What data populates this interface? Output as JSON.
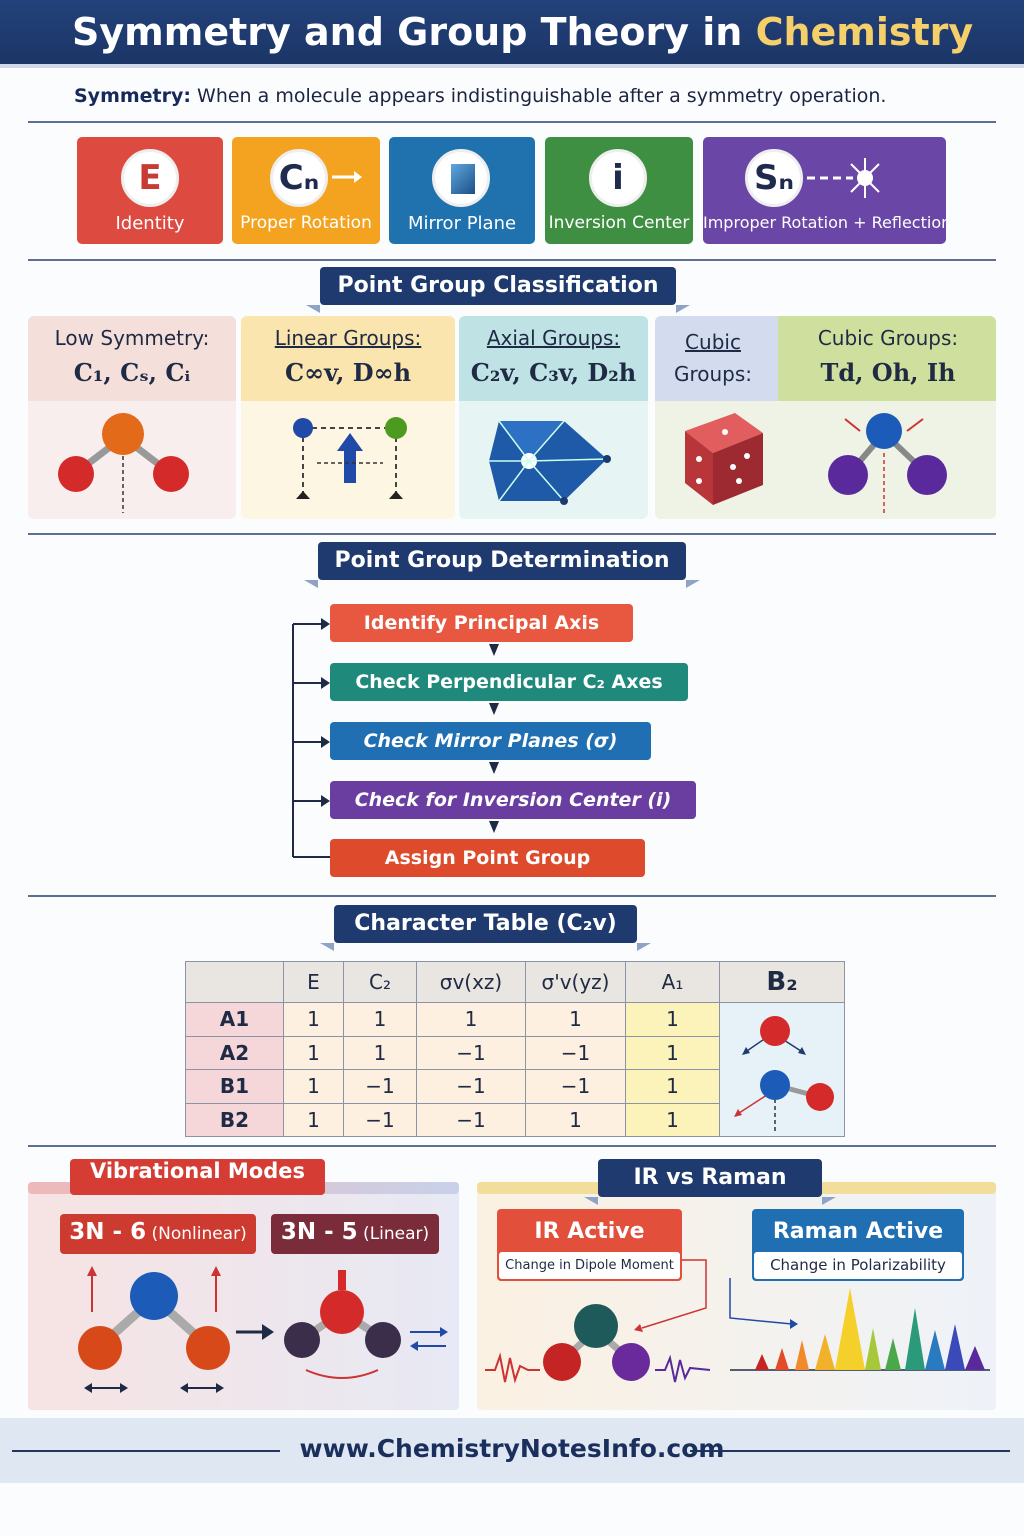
{
  "header": {
    "title_main": "Symmetry and Group Theory in ",
    "title_accent": "Chemistry"
  },
  "definition": {
    "term": "Symmetry:",
    "text": " When a molecule appears indistinguishable after a symmetry operation."
  },
  "operations": [
    {
      "symbol": "E",
      "label": "Identity",
      "color": "#dd4a3f"
    },
    {
      "symbol": "Cₙ",
      "label": "Proper Rotation",
      "color": "#f3a320"
    },
    {
      "symbol": "",
      "label": "Mirror Plane",
      "color": "#1f72ad"
    },
    {
      "symbol": "i",
      "label": "Inversion Center",
      "color": "#3f8f43"
    },
    {
      "symbol": "Sₙ",
      "label": "Improper Rotation + Reflection",
      "color": "#6a46a6"
    }
  ],
  "classification": {
    "banner": "Point Group Classification",
    "groups": [
      {
        "title": "Low Symmetry:",
        "symbols": "C₁, Cₛ, Cᵢ"
      },
      {
        "title": "Linear Groups:",
        "symbols": "C∞v, D∞h"
      },
      {
        "title": "Axial Groups:",
        "symbols": "C₂v, C₃v, D₂h"
      },
      {
        "title": "Cubic Groups:",
        "symbols": "Td, Oh, Ih"
      }
    ],
    "cubic_side_label_1": "Cubic",
    "cubic_side_label_2": "Groups:"
  },
  "determination": {
    "banner": "Point Group Determination",
    "steps": [
      {
        "label": "Identify Principal Axis",
        "color": "#e8573f"
      },
      {
        "label": "Check Perpendicular C₂ Axes",
        "color": "#1f8a7c"
      },
      {
        "label": "Check Mirror Planes (σ)",
        "color": "#1f6fb2"
      },
      {
        "label": "Check for Inversion Center (i)",
        "color": "#6a3ea1"
      },
      {
        "label": "Assign Point Group",
        "color": "#dd4a2c"
      }
    ]
  },
  "character_table": {
    "banner": "Character Table (C₂v)",
    "headers": [
      "",
      "E",
      "C₂",
      "σv(xz)",
      "σ'v(yz)",
      "A₁",
      "B₂"
    ],
    "rows": [
      {
        "label": "A1",
        "values": [
          "1",
          "1",
          "1",
          "1",
          "1"
        ]
      },
      {
        "label": "A2",
        "values": [
          "1",
          "1",
          "−1",
          "−1",
          "1"
        ]
      },
      {
        "label": "B1",
        "values": [
          "1",
          "−1",
          "−1",
          "−1",
          "1"
        ]
      },
      {
        "label": "B2",
        "values": [
          "1",
          "−1",
          "−1",
          "1",
          "1"
        ]
      }
    ]
  },
  "vibrational": {
    "banner": "Vibrational Modes",
    "nonlinear_main": "3N - 6",
    "nonlinear_sub": " (Nonlinear)",
    "linear_main": "3N - 5",
    "linear_sub": " (Linear)"
  },
  "ir_raman": {
    "banner": "IR vs Raman",
    "ir_title": "IR Active",
    "ir_desc": "Change in Dipole Moment",
    "raman_title": "Raman Active",
    "raman_desc": "Change in Polarizability"
  },
  "footer": {
    "url": "www.ChemistryNotesInfo.com"
  }
}
